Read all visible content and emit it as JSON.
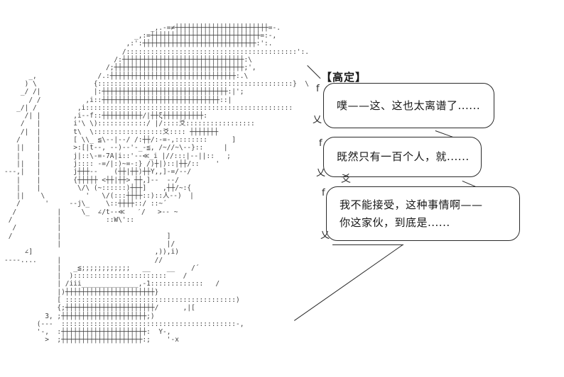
{
  "scene": {
    "speaker_label": "【高定】",
    "type": "ascii-art dialogue scene"
  },
  "dialogue": {
    "bubbles": [
      {
        "lines": [
          "噗——这、这也太离谱了......"
        ]
      },
      {
        "lines": [
          "既然只有一百个人，就......"
        ]
      },
      {
        "lines": [
          "我不能接受，这种事情啊——",
          "你这家伙，到底是......"
        ]
      }
    ]
  },
  "connectors": {
    "top_left_glyph": "f",
    "bottom_left_glyph": "乂",
    "chain_glyph": "爻"
  },
  "colors": {
    "background": "#ffffff",
    "ink": "#2a2a2a",
    "aa_ink": "#3f3f3f"
  },
  "ascii_art": {
    "lines": [
      "",
      "",
      "",
      "                                    _,.-=≠┼┼┼┼┼┼┼┼┼┼┼┼┼┼┼┼┼┼┼┼┼┼┼=-.",
      "                                _,:=┼┼┼┼┼┼┼┼┼┼┼┼┼┼┼┼┼┼┼┼┼┼┼┼┼┼┼=:-,",
      "                              ,:':┼┼┼┼┼┼┼┼┼┼┼┼┼┼┼┼┼┼┼┼┼┼┼┼┼┼┼┼:':.",
      "                             /::::::::::::::::::::::::::::::::::::::::::':.",
      "                           /:┼┼┼┼┼┼┼┼┼┼┼┼┼┼┼┼┼┼┼┼┼┼┼┼┼┼┼┼┼┼:\\",
      "                         /;┼┼┼┼┼┼┼┼┼┼┼┼┼┼┼┼┼┼┼┼┼┼┼┼┼┼┼┼┼┼┼┼;',",
      "      _,               /.:┼┼┼┼┼┼┼┼┼┼┼┼┼┼┼┼┼┼┼┼┼┼┼┼┼┼┼┼┼┼┼:.\\",
      "     ) \\              {::::::::::::::::::::::::::::::::::::::::::::::::}  \\",
      "    _/ /|             |:┼┼┼┼┼┼┼┼┼┼┼┼┼┼┼┼┼┼┼┼┼┼┼┼┼┼┼┼┼┼┼:|';",
      "      / /           ,i::┼┼┼┼┼┼┼┼┼┼┼┼┼┼┼┼┼┼┼┼┼┼┼┼┼┼┼┼┼::|",
      "   _/| /          ,i:::::::::::::::::::::::::::::::::::::::::::::::::::",
      "     /| |        ,i--f::┼┼┼┼┼┼┼┼┼┼/|┼┼ξ┼┼┼┼┼┼┼┼┼┼:",
      "    /   |        i'\\ \\)::::::::::::/ |/::::爻:::::::::::::::::",
      "    /|  |        t\\  \\:::::::::::::::::爻:::: ┼┼┼┼┼┼┼",
      "   /    |        [ \\\\_ ≦\\--|--/ /:┼┼/:-=-,::::::::      ]",
      "   ||   |        >:[|t--, --)--'-_-≦, /~//~\\--}::     |",
      "   |    |        j|::\\-=-7A|i::'--≪_i |//:::|--||::   ;",
      "   ||   |        j:::: -=/|:)~=-:} /)┼|)::|┼┼/::    '",
      "---,|   |        j┼┼┼--    (┼┼|┼┼)┼┼Y,,]-=/--/",
      "   |    |        {┼┼┼┼┼ <┼┼|┼┼> ┼┼,]--  --/",
      "   |    |         \\/\\ (~::::::)┼┼┼]    ,┼┼/~:{",
      "   ||    \\          '   \\/(:::┼┼┼┼::)::人--)  |",
      "   /      '     --j\\_    \\::┼┼┼┼::/ ::~´",
      "  /          |     \\_  ∠/t--≪   ′/   >-- ~",
      " /           |           ::W\\'::",
      "  /          |",
      " /           |                          ]",
      "             |                          |/",
      "     ∠]                              ,)),i)",
      "----....     |                       //",
      "             |   _≦;;;;;;;;;;;;   __    __    /´",
      "             |  ):::::::::::::::::::::::    /",
      "             | /iii______________,-1:::::::::::::   /",
      "             |)┼┼┼┼┼┼┼┼┼┼┼┼┼┼┼┼┼┼┼┼┼┼}",
      "             [ ::::::::::::::::::::::::::::::::::::::::::)",
      "             {;┼┼┼┼┼┼┼┼┼┼┼┼┼┼┼┼┼┼┼┼┼┼/      ,|[",
      "          3, ;┼┼┼┼┼┼┼┼┼┼┼┼┼┼┼┼┼┼┼┼┼;)",
      "        (---  :::::::::::::::::::::::::::::::::::::::::::-,",
      "        '-,  :┼┼┼┼┼┼┼┼┼┼┼┼┼┼┼┼┼┼┼┼┼:  Y-,",
      "          >  ;┼┼┼┼┼┼┼┼┼┼┼┼┼┼┼┼┼┼┼┼:;    '-x",
      "",
      ""
    ]
  }
}
